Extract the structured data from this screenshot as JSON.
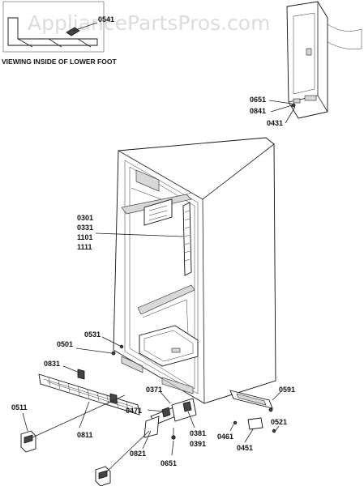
{
  "watermark": "AppliancePartsPros.com",
  "inset": {
    "caption": "VIEWING INSIDE OF LOWER FOOT",
    "callout": "0541"
  },
  "callouts": {
    "c0651a": "0651",
    "c0841": "0841",
    "c0431": "0431",
    "c0301": "0301",
    "c0331": "0331",
    "c1101": "1101",
    "c1111": "1111",
    "c0531": "0531",
    "c0501": "0501",
    "c0831": "0831",
    "c0371": "0371",
    "c0591": "0591",
    "c0511": "0511",
    "c0471": "0471",
    "c0811": "0811",
    "c0381": "0381",
    "c0391": "0391",
    "c0461": "0461",
    "c0521": "0521",
    "c0451": "0451",
    "c0821": "0821",
    "c0651b": "0651"
  }
}
